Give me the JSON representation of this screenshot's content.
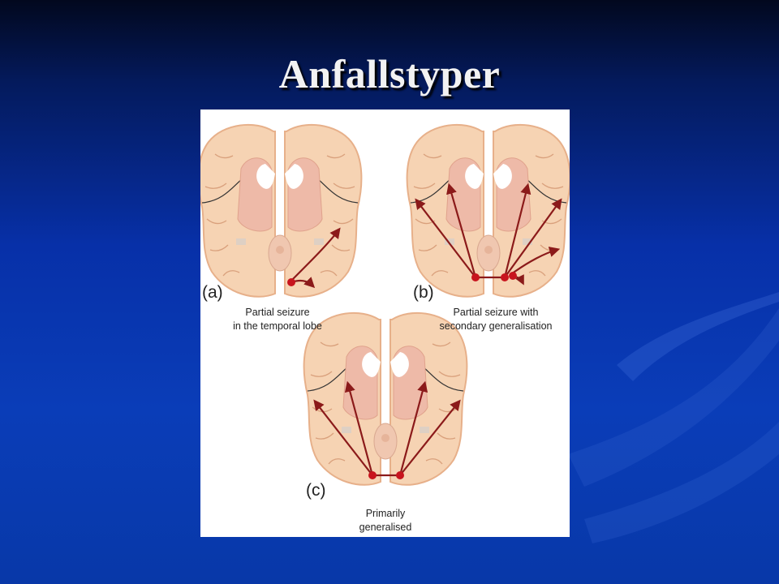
{
  "slide": {
    "title": "Anfallstyper"
  },
  "figure": {
    "panels": [
      {
        "letter": "(a)",
        "caption_line1": "Partial seizure",
        "caption_line2": "in the temporal lobe"
      },
      {
        "letter": "(b)",
        "caption_line1": "Partial seizure with",
        "caption_line2": "secondary generalisation"
      },
      {
        "letter": "(c)",
        "caption_line1": "Primarily",
        "caption_line2": "generalised"
      }
    ],
    "colors": {
      "brain": "#f6d3b3",
      "brain_outline": "#e9b48f",
      "inner_structures": "#eebaa8",
      "ventricles": "#ffffff",
      "arrows": "#8b1a1a",
      "focus": "#c8141e"
    }
  }
}
